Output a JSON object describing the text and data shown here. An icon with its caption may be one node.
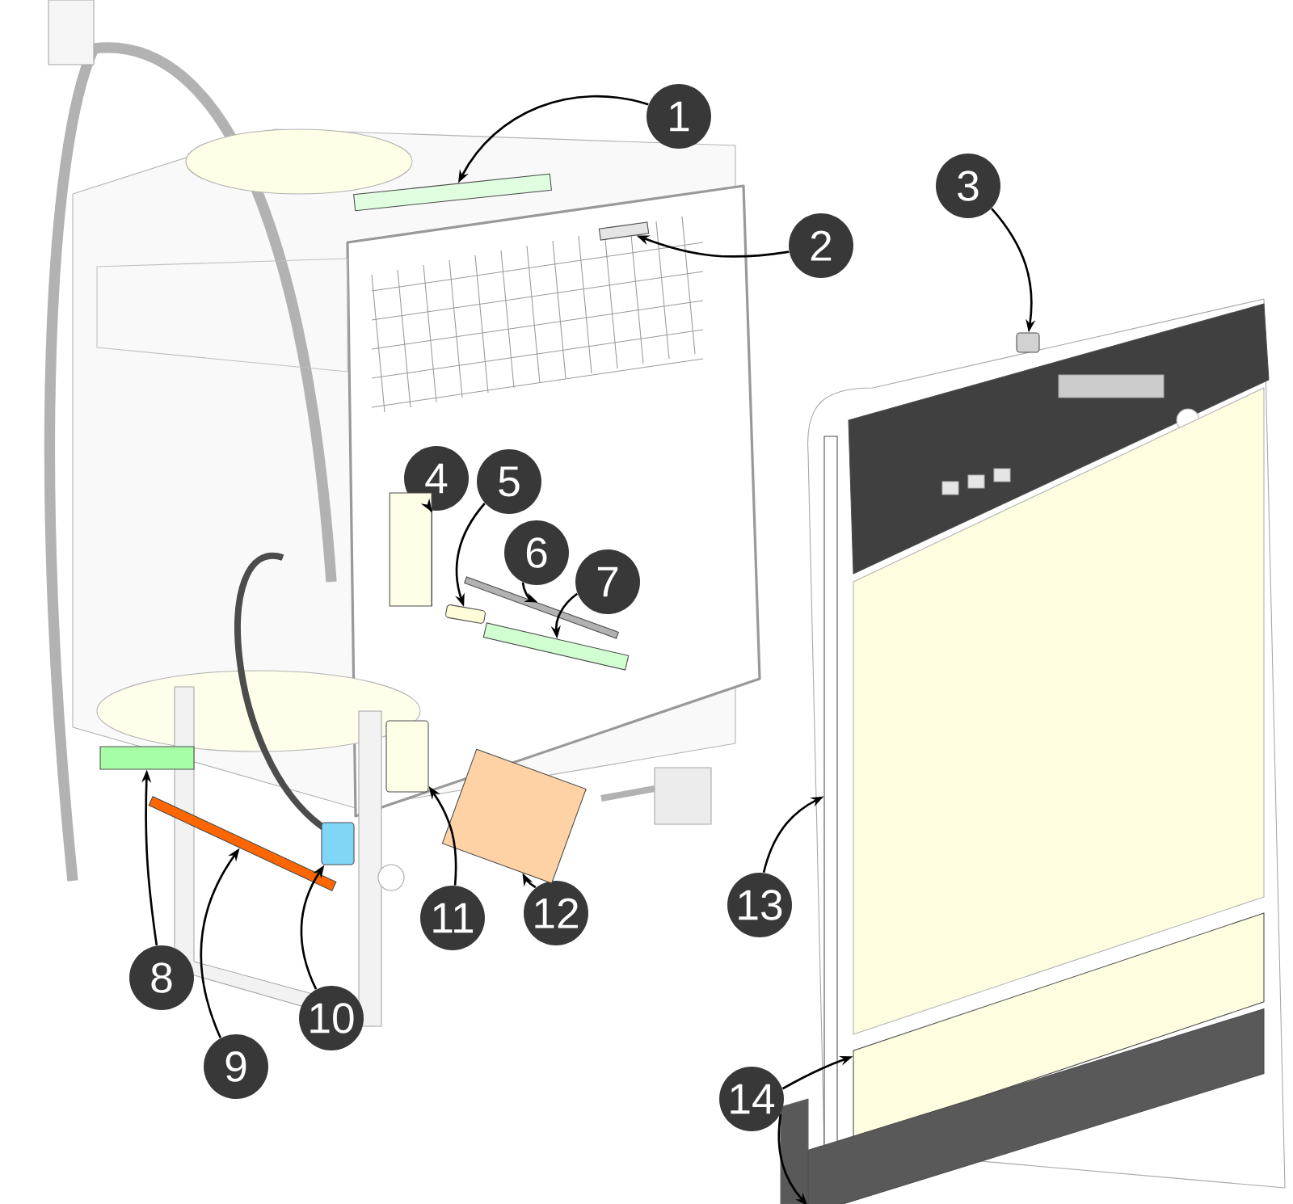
{
  "diagram": {
    "nodes": [
      {
        "text": [
          "1"
        ]
      },
      {
        "text": [
          "2"
        ]
      },
      {
        "text": [
          "3"
        ]
      },
      {
        "text": [
          "4"
        ]
      },
      {
        "text": [
          "5"
        ]
      },
      {
        "text": [
          "6"
        ]
      },
      {
        "text": [
          "7"
        ]
      },
      {
        "text": [
          "8"
        ]
      },
      {
        "text": [
          "9"
        ]
      },
      {
        "text": [
          "10"
        ]
      },
      {
        "text": [
          "11"
        ]
      },
      {
        "text": [
          "12"
        ]
      },
      {
        "text": [
          "13"
        ]
      },
      {
        "text": [
          "14"
        ]
      },
      {
        "text": [],
        "shape": "bar"
      },
      {
        "text": [],
        "shape": "bar"
      },
      {
        "text": [],
        "shape": "box"
      },
      {
        "text": [],
        "shape": "cylinder"
      },
      {
        "text": [],
        "shape": "box"
      },
      {
        "text": [],
        "shape": "bar"
      },
      {
        "text": [],
        "shape": "bar"
      },
      {
        "text": [],
        "shape": "bar"
      },
      {
        "text": [],
        "shape": "bar"
      },
      {
        "text": [],
        "shape": "box"
      },
      {
        "text": [],
        "shape": "box"
      },
      {
        "text": [],
        "shape": "cylinder"
      },
      {
        "text": [],
        "shape": "bar"
      },
      {
        "text": [],
        "shape": "bar"
      },
      {
        "text": [],
        "shape": "bar"
      }
    ],
    "edges": [
      {
        "from": 0,
        "to": 14,
        "arrow": "to"
      },
      {
        "from": 1,
        "to": 15,
        "arrow": "to"
      },
      {
        "from": 2,
        "to": 16,
        "arrow": "to"
      },
      {
        "from": 3,
        "to": 17,
        "arrow": "to"
      },
      {
        "from": 4,
        "to": 18,
        "arrow": "to"
      },
      {
        "from": 5,
        "to": 19,
        "arrow": "to"
      },
      {
        "from": 6,
        "to": 20,
        "arrow": "to"
      },
      {
        "from": 7,
        "to": 21,
        "arrow": "to"
      },
      {
        "from": 8,
        "to": 22,
        "arrow": "to"
      },
      {
        "from": 9,
        "to": 23,
        "arrow": "to"
      },
      {
        "from": 10,
        "to": 24,
        "arrow": "to"
      },
      {
        "from": 11,
        "to": 25,
        "arrow": "to"
      },
      {
        "from": 12,
        "to": 26,
        "arrow": "to"
      },
      {
        "from": 13,
        "to": 27,
        "arrow": "to"
      },
      {
        "from": 13,
        "to": 28,
        "arrow": "to"
      }
    ]
  }
}
